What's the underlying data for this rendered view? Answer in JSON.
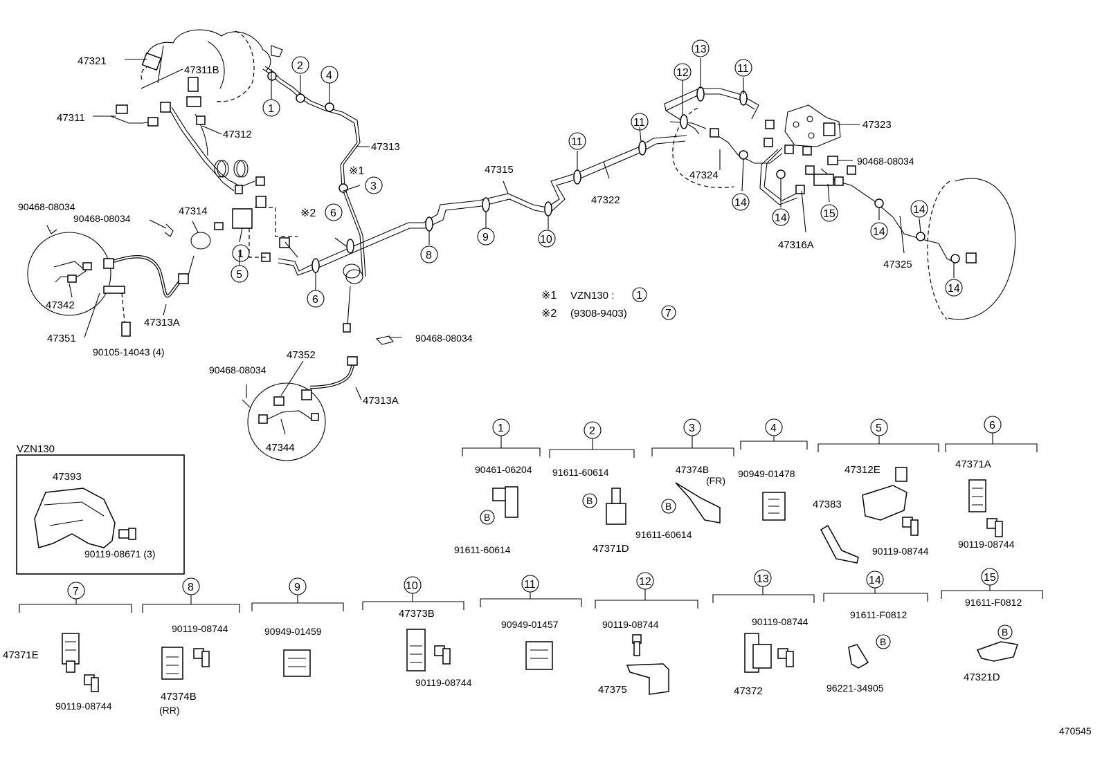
{
  "diagram": {
    "footer_code": "470545",
    "notes": [
      {
        "mark": "※1",
        "text": "VZN130 :",
        "ref": "1"
      },
      {
        "mark": "※2",
        "text": "(9308-9403)",
        "ref": "7"
      }
    ],
    "markers": {
      "m1": "※1",
      "m2": "※2"
    },
    "inset_title": "VZN130",
    "pipe_labels": {
      "p47321": "47321",
      "p47311B": "47311B",
      "p47311": "47311",
      "p47312": "47312",
      "p47313": "47313",
      "p47315": "47315",
      "p47322": "47322",
      "p47324": "47324",
      "p47323": "47323",
      "p90468a": "90468-08034",
      "p47316A": "47316A",
      "p47325": "47325",
      "p90468b": "90468-08034",
      "p90468c": "90468-08034",
      "p47314": "47314",
      "p47342": "47342",
      "p47313A_1": "47313A",
      "p47351": "47351",
      "p90105": "90105-14043 (4)",
      "p90468d": "90468-08034",
      "p90468e": "90468-08034",
      "p47352": "47352",
      "p47313A_2": "47313A",
      "p47344": "47344",
      "p47393": "47393",
      "p90119_08671": "90119-08671 (3)"
    },
    "circle_nums": [
      "1",
      "2",
      "3",
      "4",
      "5",
      "6",
      "7",
      "8",
      "9",
      "10",
      "11",
      "12",
      "13",
      "14",
      "15"
    ],
    "detail_groups": [
      {
        "num": "1",
        "labels": [
          "90461-06204",
          "91611-60614"
        ],
        "bolt_mark": "B"
      },
      {
        "num": "2",
        "labels": [
          "91611-60614",
          "47371D"
        ],
        "bolt_mark": "B"
      },
      {
        "num": "3",
        "labels": [
          "47374B",
          "(FR)",
          "91611-60614"
        ],
        "bolt_mark": "B"
      },
      {
        "num": "4",
        "labels": [
          "90949-01478"
        ]
      },
      {
        "num": "5",
        "labels": [
          "47312E",
          "47383",
          "90119-08744"
        ]
      },
      {
        "num": "6",
        "labels": [
          "47371A",
          "90119-08744"
        ]
      },
      {
        "num": "7",
        "labels": [
          "47371E",
          "90119-08744"
        ]
      },
      {
        "num": "8",
        "labels": [
          "90119-08744",
          "47374B",
          "(RR)"
        ]
      },
      {
        "num": "9",
        "labels": [
          "90949-01459"
        ]
      },
      {
        "num": "10",
        "labels": [
          "47373B",
          "90119-08744"
        ]
      },
      {
        "num": "11",
        "labels": [
          "90949-01457"
        ]
      },
      {
        "num": "12",
        "labels": [
          "90119-08744",
          "47375"
        ]
      },
      {
        "num": "13",
        "labels": [
          "90119-08744",
          "47372"
        ]
      },
      {
        "num": "14",
        "labels": [
          "91611-F0812",
          "96221-34905"
        ],
        "bolt_mark": "B"
      },
      {
        "num": "15",
        "labels": [
          "91611-F0812",
          "47321D"
        ],
        "bolt_mark": "B"
      }
    ]
  }
}
